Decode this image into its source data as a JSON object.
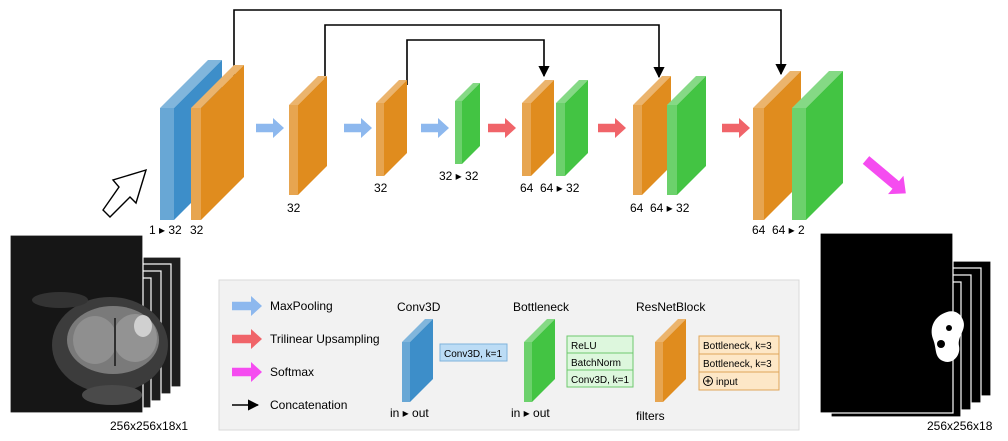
{
  "colors": {
    "conv": "#3d8ec9",
    "resnet": "#e08c1e",
    "bottleneck": "#43c443",
    "maxpool_arrow": "#8db8ee",
    "upsample_arrow": "#f06469",
    "softmax_arrow": "#f54cf0",
    "legend_bg": "#f2f2f2"
  },
  "network": {
    "input_caption": "256x256x18x1",
    "output_caption": "256x256x18",
    "labels": {
      "conv_in": "1 ▸ 32",
      "res1": "32",
      "res2": "32",
      "res3": "32",
      "bott1": "32 ▸ 32",
      "res_up1": "64",
      "bott2": "64 ▸ 32",
      "res_up2": "64",
      "bott3": "64 ▸ 32",
      "res_up3": "64",
      "bott_out": "64 ▸ 2"
    }
  },
  "legend": {
    "maxpool": "MaxPooling",
    "upsample": "Trilinear Upsampling",
    "softmax": "Softmax",
    "concat": "Concatenation",
    "conv_title": "Conv3D",
    "conv_box": "Conv3D, k=1",
    "conv_caption": "in ▸ out",
    "bott_title": "Bottleneck",
    "bott_rows": [
      "ReLU",
      "BatchNorm",
      "Conv3D, k=1"
    ],
    "bott_caption": "in ▸ out",
    "res_title": "ResNetBlock",
    "res_rows": [
      "Bottleneck, k=3",
      "Bottleneck, k=3",
      "input"
    ],
    "res_caption": "filters"
  }
}
